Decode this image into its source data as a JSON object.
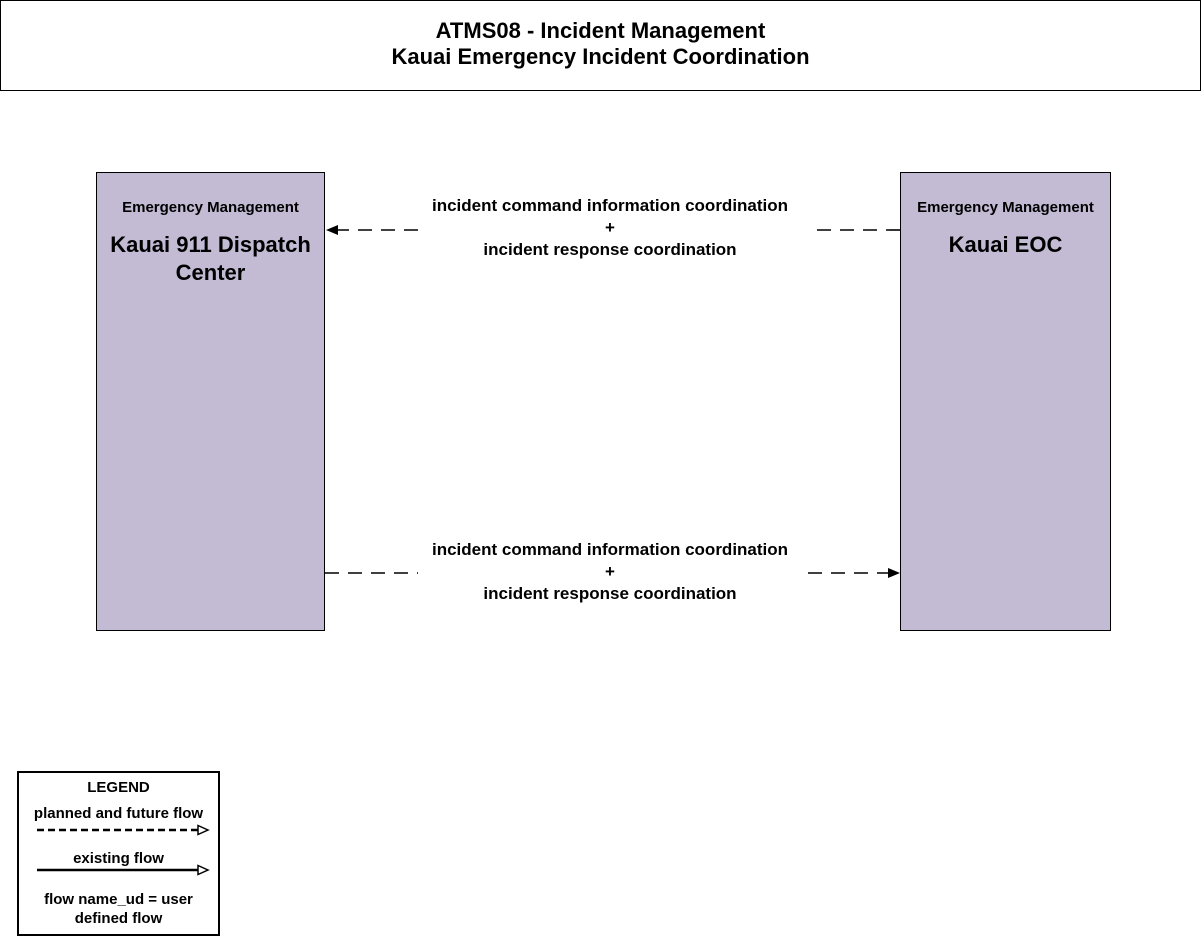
{
  "header": {
    "line1": "ATMS08 - Incident Management",
    "line2": "Kauai Emergency Incident Coordination"
  },
  "entities": {
    "left": {
      "category": "Emergency Management",
      "name": "Kauai 911 Dispatch Center"
    },
    "right": {
      "category": "Emergency Management",
      "name": "Kauai EOC"
    }
  },
  "flows": {
    "top": {
      "line1": "incident command information coordination",
      "plus": "+",
      "line2": "incident response coordination",
      "direction": "right-to-left",
      "status": "planned and future"
    },
    "bottom": {
      "line1": "incident command information coordination",
      "plus": "+",
      "line2": "incident response coordination",
      "direction": "left-to-right",
      "status": "planned and future"
    }
  },
  "legend": {
    "title": "LEGEND",
    "planned": "planned and future flow",
    "existing": "existing flow",
    "user_defined": "flow name_ud = user defined flow"
  },
  "colors": {
    "entity_fill": "#c3bad4",
    "line": "#000000"
  }
}
